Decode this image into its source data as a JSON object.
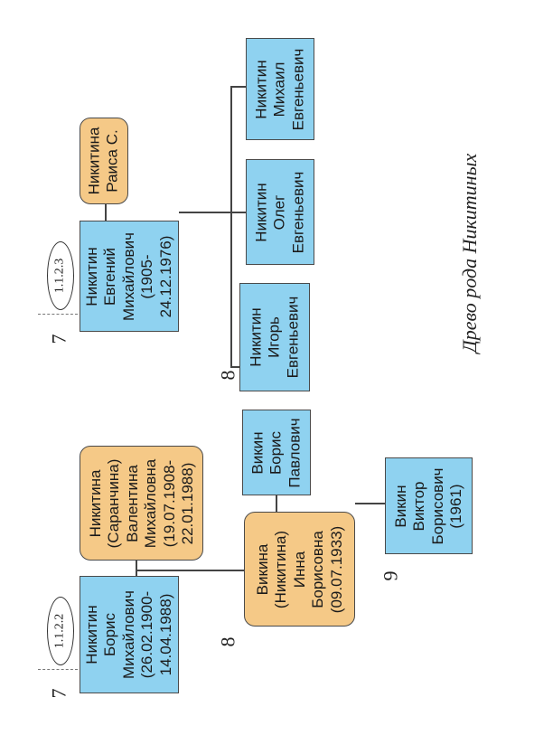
{
  "title": "Древо рода Никитиных",
  "generations": {
    "g7_left": "7",
    "g8_left": "8",
    "g9": "9",
    "g7_right": "7",
    "g8_right": "8"
  },
  "codes": {
    "boris": "1.1.2.2",
    "evgeniy": "1.1.2.3"
  },
  "people": {
    "boris_nikitin": [
      "Никитин",
      "Борис",
      "Михайлович",
      "(26.02.1900-",
      "14.04.1988)"
    ],
    "valentina": [
      "Никитина",
      "(Саранчина)",
      "Валентина",
      "Михайловна",
      "(19.07.1908-",
      "22.01.1988)"
    ],
    "inna": [
      "Викина",
      "(Никитина)",
      "Инна",
      "Борисовна",
      "(09.07.1933)"
    ],
    "boris_vikin": [
      "Викин",
      "Борис",
      "Павлович"
    ],
    "viktor": [
      "Викин",
      "Виктор",
      "Борисович",
      "(1961)"
    ],
    "evgeniy": [
      "Никитин",
      "Евгений",
      "Михайлович",
      "(1905-",
      "24.12.1976)"
    ],
    "raisa": [
      "Никитина",
      "Раиса С."
    ],
    "igor": [
      "Никитин",
      "Игорь",
      "Евгеньевич"
    ],
    "oleg": [
      "Никитин",
      "Олег",
      "Евгеньевич"
    ],
    "mikhail": [
      "Никитин",
      "Михаил",
      "Евгеньевич"
    ]
  },
  "colors": {
    "male": "#8fd2f0",
    "female": "#f5c987"
  }
}
